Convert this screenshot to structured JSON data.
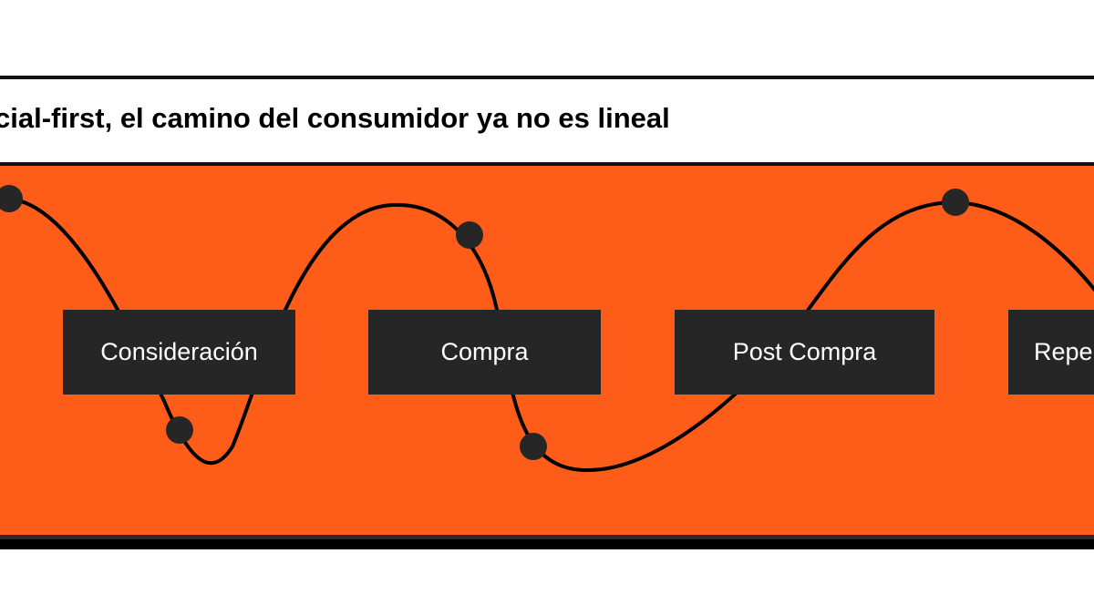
{
  "title": "cial-first, el camino del consumidor ya no es lineal",
  "stages": [
    "Consideración",
    "Compra",
    "Post Compra",
    "Repe"
  ],
  "colors": {
    "panel": "#fe5c19",
    "box": "#262626",
    "dot": "#262626"
  }
}
